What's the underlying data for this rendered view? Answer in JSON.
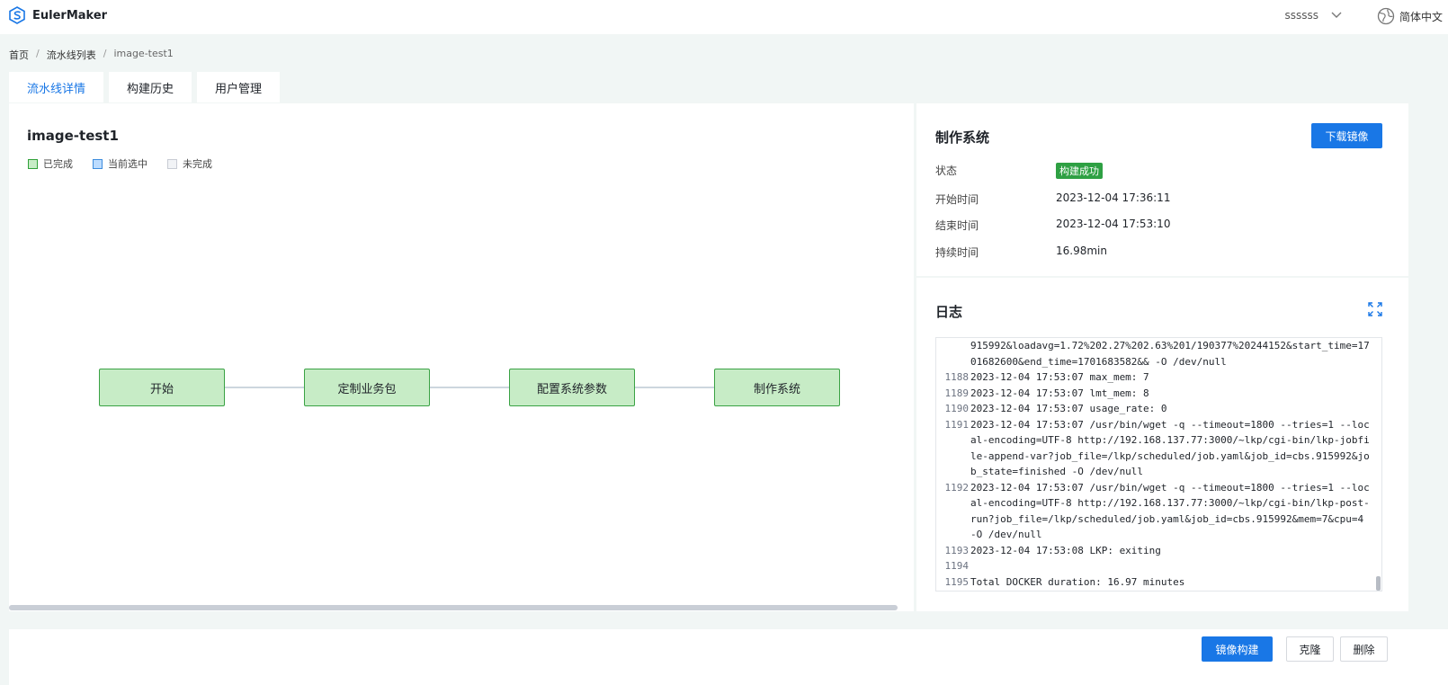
{
  "app": {
    "name": "EulerMaker"
  },
  "header": {
    "username": "ssssss",
    "language": "简体中文",
    "icons": {
      "logo": "eulermaker-logo-icon",
      "user_menu": "chevron-down-icon",
      "language": "globe-icon"
    }
  },
  "breadcrumb": [
    "首页",
    "流水线列表",
    "image-test1"
  ],
  "tabs": [
    {
      "label": "流水线详情",
      "active": true
    },
    {
      "label": "构建历史",
      "active": false
    },
    {
      "label": "用户管理",
      "active": false
    }
  ],
  "pipeline": {
    "title": "image-test1",
    "legend": [
      {
        "label": "已完成",
        "color": "#c7ecc6"
      },
      {
        "label": "当前选中",
        "color": "#bcdcff"
      },
      {
        "label": "未完成",
        "color": "#f1f3f6"
      }
    ],
    "stages": [
      {
        "label": "开始",
        "state": "done"
      },
      {
        "label": "定制业务包",
        "state": "done"
      },
      {
        "label": "配置系统参数",
        "state": "done"
      },
      {
        "label": "制作系统",
        "state": "done"
      }
    ]
  },
  "details": {
    "title": "制作系统",
    "download_label": "下载镜像",
    "status_label": "状态",
    "status_value": "构建成功",
    "status_color": "#2ea043",
    "start_label": "开始时间",
    "start_value": "2023-12-04 17:36:11",
    "end_label": "结束时间",
    "end_value": "2023-12-04 17:53:10",
    "duration_label": "持续时间",
    "duration_value": "16.98min"
  },
  "log": {
    "title": "日志",
    "expand_icon": "expand-icon",
    "lines": [
      {
        "n": "",
        "text": "915992&loadavg=1.72%202.27%202.63%201/190377%20244152&start_time=1701682600&end_time=1701683582&& -O /dev/null"
      },
      {
        "n": "1188",
        "text": "2023-12-04 17:53:07 max_mem: 7"
      },
      {
        "n": "1189",
        "text": "2023-12-04 17:53:07 lmt_mem: 8"
      },
      {
        "n": "1190",
        "text": "2023-12-04 17:53:07 usage_rate: 0"
      },
      {
        "n": "1191",
        "text": "2023-12-04 17:53:07 /usr/bin/wget -q --timeout=1800 --tries=1 --local-encoding=UTF-8 http://192.168.137.77:3000/~lkp/cgi-bin/lkp-jobfile-append-var?job_file=/lkp/scheduled/job.yaml&job_id=cbs.915992&job_state=finished -O /dev/null"
      },
      {
        "n": "1192",
        "text": "2023-12-04 17:53:07 /usr/bin/wget -q --timeout=1800 --tries=1 --local-encoding=UTF-8 http://192.168.137.77:3000/~lkp/cgi-bin/lkp-post-run?job_file=/lkp/scheduled/job.yaml&job_id=cbs.915992&mem=7&cpu=4 -O /dev/null"
      },
      {
        "n": "1193",
        "text": "2023-12-04 17:53:08 LKP: exiting"
      },
      {
        "n": "1194",
        "text": ""
      },
      {
        "n": "1195",
        "text": "Total DOCKER duration: 16.97 minutes"
      }
    ]
  },
  "footer": {
    "build_label": "镜像构建",
    "clone_label": "克隆",
    "delete_label": "删除"
  },
  "colors": {
    "accent": "#1977e6",
    "stage_fill": "#c7ecc6",
    "stage_border": "#3aa244",
    "page_bg": "#f1f6f5"
  }
}
